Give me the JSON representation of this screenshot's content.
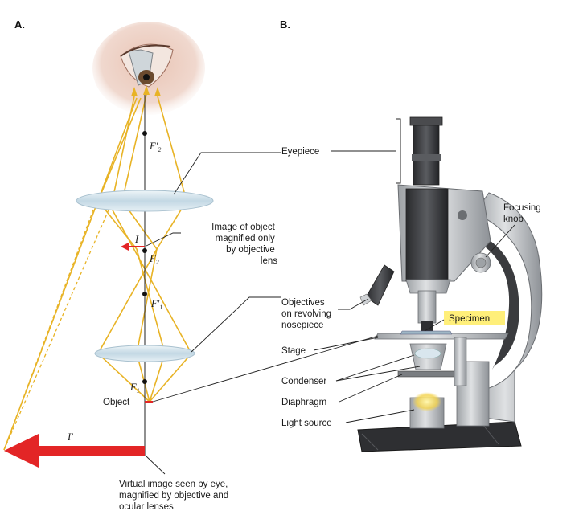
{
  "panels": {
    "a": "A.",
    "b": "B."
  },
  "optics": {
    "focal_points": {
      "f2_prime": {
        "base": "F",
        "sub": "2",
        "prime": "′"
      },
      "f2": {
        "base": "F",
        "sub": "2",
        "prime": ""
      },
      "f1_prime": {
        "base": "F",
        "sub": "1",
        "prime": "′"
      },
      "f1": {
        "base": "F",
        "sub": "1",
        "prime": ""
      }
    },
    "image_real": "I",
    "image_virtual": "I′",
    "object": "Object",
    "image_note_lines": [
      "Image of object",
      "magnified only",
      "by objective",
      "lens"
    ],
    "virtual_note_lines": [
      "Virtual image seen by eye,",
      "magnified by objective and",
      "ocular lenses"
    ]
  },
  "microscope": {
    "eyepiece": "Eyepiece",
    "focusing_knob_lines": [
      "Focusing",
      "knob"
    ],
    "objectives_lines": [
      "Objectives",
      "on revolving",
      "nosepiece"
    ],
    "specimen": "Specimen",
    "stage": "Stage",
    "condenser": "Condenser",
    "diaphragm": "Diaphragm",
    "light_source": "Light source"
  },
  "colors": {
    "ray": "#e8b325",
    "arrow": "#e32526",
    "lens": "#cfe0ea",
    "specimen_highlight": "#ffef7a",
    "body_dark": "#3a3b3e"
  }
}
